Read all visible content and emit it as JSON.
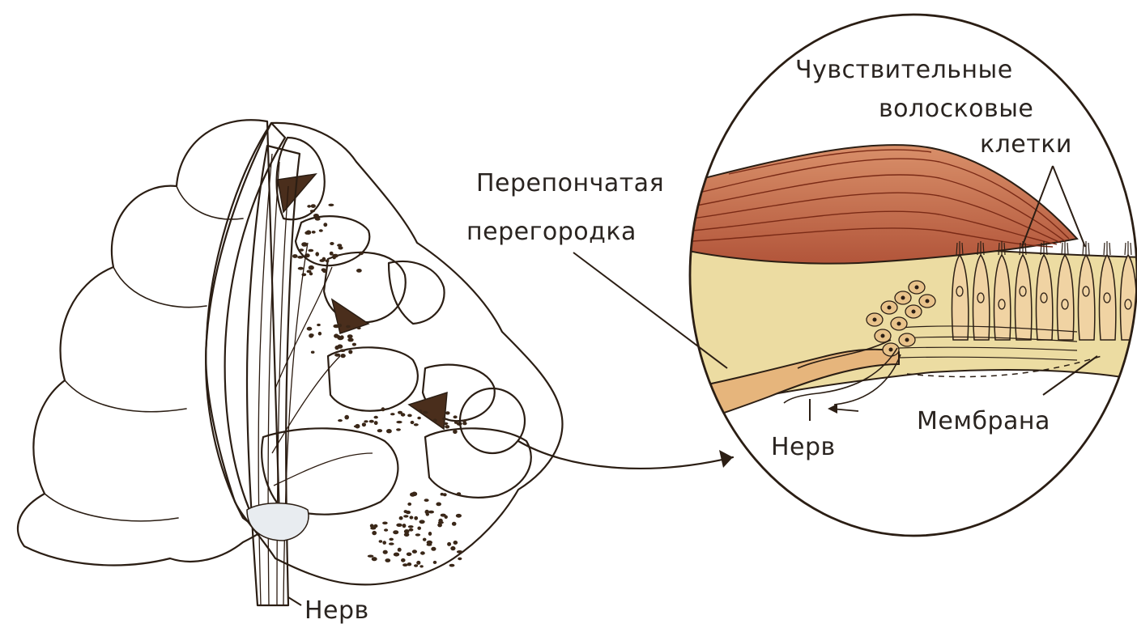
{
  "labels": {
    "hair_cells_line1": "Чувствительные",
    "hair_cells_line2": "волосковые",
    "hair_cells_line3": "клетки",
    "membranous_septum_line1": "Перепончатая",
    "membranous_septum_line2": "перегородка",
    "membrane": "Мембрана",
    "nerve_detail": "Нерв",
    "nerve_main": "Нерв"
  },
  "colors": {
    "cochlea_outer": "#e3b67a",
    "cochlea_shade": "#cf8a45",
    "cochlea_inner": "#ead9a0",
    "chamber_fill": "#e2a663",
    "nerve": "#5a3a22",
    "muscle_fibers": "#a5452c",
    "muscle_fill": "#c26a45",
    "cell_fill": "#f0d3a3",
    "ink": "#2b1e14"
  }
}
